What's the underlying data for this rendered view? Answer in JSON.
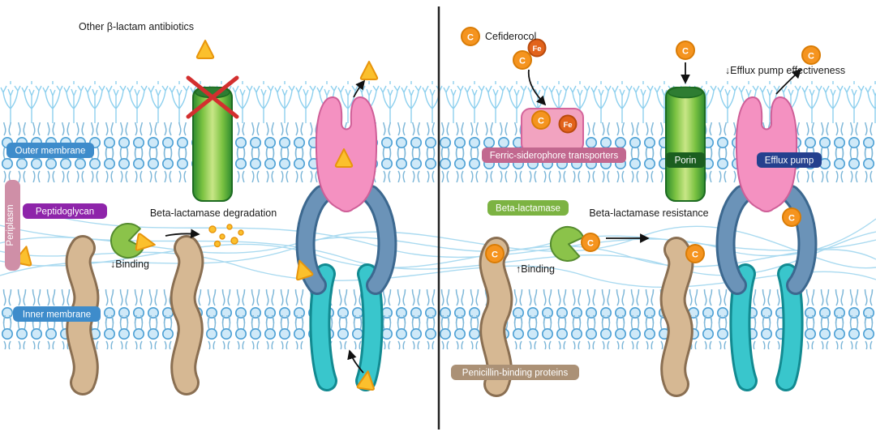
{
  "titles": {
    "left_panel": "Other β-lactam antibiotics",
    "cefiderocol": "Cefiderocol"
  },
  "membranes": {
    "outer": "Outer membrane",
    "peptidoglycan": "Peptidoglycan",
    "periplasm": "Periplasm",
    "inner": "Inner membrane"
  },
  "left_panel": {
    "degradation_label": "Beta-lactamase degradation",
    "binding_label": "↓Binding"
  },
  "right_panel": {
    "transporter_label": "Ferric-siderophore transporters",
    "porin_label": "Porin",
    "efflux_label": "Efflux pump",
    "efflux_note": "↓Efflux pump effectiveness",
    "beta_lactamase_label": "Beta-lactamase",
    "resistance_label": "Beta-lactamase resistance",
    "binding_label": "↑Binding",
    "pbp_label": "Penicillin-binding proteins"
  },
  "molecules": {
    "cefiderocol_symbol": "C",
    "iron_symbol": "Fe"
  },
  "colors": {
    "membrane_head_fill": "#cfe9f8",
    "membrane_head_stroke": "#4b9fd4",
    "lps_stroke": "#8ed0ee",
    "mesh_stroke": "#a6d9f0",
    "porin_dark": "#2e8b2e",
    "porin_light": "#c8e687",
    "porin_badge": "#1b5e20",
    "outer_badge": "#3e8ccb",
    "inner_badge": "#3e8ccb",
    "peptidoglycan_badge": "#8e24aa",
    "periplasm_badge": "#cf8fa7",
    "transporter_badge": "#c2688f",
    "efflux_badge": "#24408e",
    "beta_lactamase_badge": "#7cb342",
    "pbp_badge": "#ab9176",
    "antibiotic_yellow": "#fbc02d",
    "antibiotic_yellow_stroke": "#e8950c",
    "cefiderocol_orange": "#f5941f",
    "iron_orange": "#e2631b",
    "efflux_pink": "#f491c1",
    "efflux_blue": "#6b93b8",
    "efflux_teal": "#39c6cc",
    "pbp_tan": "#d6b893",
    "enzyme_green": "#8bc34a",
    "inhibit_red": "#d32f2f"
  }
}
